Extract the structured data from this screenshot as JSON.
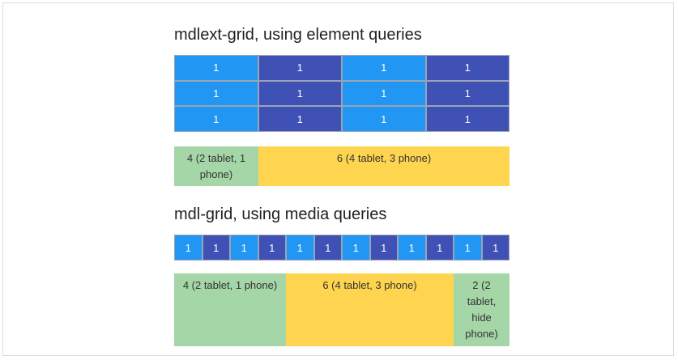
{
  "section1": {
    "title": "mdlext-grid, using element queries",
    "grid_rows": [
      [
        "1",
        "1",
        "1",
        "1"
      ],
      [
        "1",
        "1",
        "1",
        "1"
      ],
      [
        "1",
        "1",
        "1",
        "1"
      ]
    ],
    "blocks": [
      {
        "label": "4 (2 tablet, 1 phone)"
      },
      {
        "label": "6 (4 tablet, 3 phone)"
      }
    ]
  },
  "section2": {
    "title": "mdl-grid, using media queries",
    "grid_cells": [
      "1",
      "1",
      "1",
      "1",
      "1",
      "1",
      "1",
      "1",
      "1",
      "1",
      "1",
      "1"
    ],
    "blocks": [
      {
        "label": "4 (2 tablet, 1 phone)"
      },
      {
        "label": "6 (4 tablet, 3 phone)"
      },
      {
        "label": "2 (2 tablet, hide phone)"
      }
    ]
  },
  "colors": {
    "light_blue": "#2196f3",
    "indigo": "#3f51b5",
    "green": "#a5d6a7",
    "yellow": "#ffd54f"
  }
}
